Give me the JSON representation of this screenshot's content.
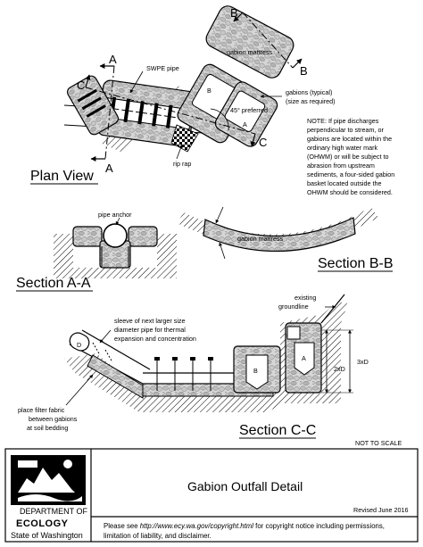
{
  "plan_view": {
    "title": "Plan View",
    "section_markers": [
      "A",
      "A",
      "B",
      "B",
      "C",
      "C"
    ],
    "labels": {
      "swpe_pipe": "SWPE pipe",
      "gabion_mattress": "gabion mattress",
      "gabions_line1": "gabions (typical)",
      "gabions_line2": "(size as required)",
      "angle_line1": "45° preferred",
      "rip_rap": "rip rap",
      "inner_b": "B",
      "inner_a": "A"
    },
    "note_lines": [
      "NOTE: If pipe discharges",
      "perpendicular to stream, or",
      "gabions are located within the",
      "ordinary high water mark",
      "(OHWM) or will be subject to",
      "abrasion from upstream",
      "sediments, a four-sided gabion",
      "basket located outside the",
      "OHWM should be considered."
    ]
  },
  "section_aa": {
    "title": "Section A-A",
    "label": "pipe anchor"
  },
  "section_bb": {
    "title": "Section B-B",
    "label": "gabion mattress"
  },
  "section_cc": {
    "title": "Section C-C",
    "labels": {
      "existing_line1": "existing",
      "existing_line2": "groundline",
      "sleeve_line1": "sleeve of next larger size",
      "sleeve_line2": "diameter pipe for thermal",
      "sleeve_line3": "expansion and concentration",
      "filter_line1": "place filter fabric",
      "filter_line2": "between gabions",
      "filter_line3": "at soil bedding",
      "pipe_d": "D",
      "gabion_b": "B",
      "gabion_a": "A",
      "dim_2xd": "2xD",
      "dim_3xd": "3xD"
    }
  },
  "scale_note": "NOT TO SCALE",
  "title_block": {
    "title": "Gabion Outfall Detail",
    "revised": "Revised June 2016",
    "agency_line1": "DEPARTMENT OF",
    "agency_line2": "ECOLOGY",
    "agency_line3": "State of Washington",
    "footer_prefix": "Please see ",
    "footer_link": "http://www.ecy.wa.gov/copyright.html",
    "footer_suffix": " for copyright notice including permissions,",
    "footer_line2": "limitation of liability, and disclaimer."
  }
}
